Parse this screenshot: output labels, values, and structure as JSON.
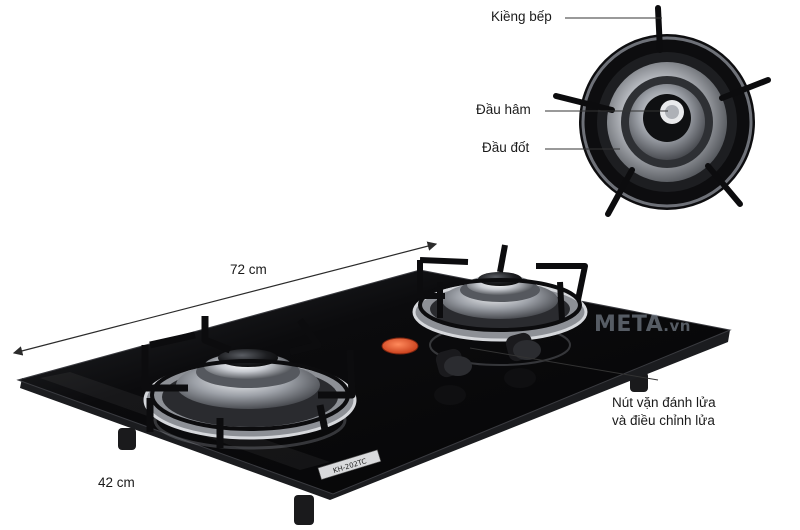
{
  "labels": {
    "grate": "Kiềng bếp",
    "simmer_cap": "Đầu hâm",
    "burner_head": "Đầu đốt",
    "knob_line1": "Nút vặn đánh lửa",
    "knob_line2": "và điều chỉnh lửa"
  },
  "dimensions": {
    "width": "72 cm",
    "depth": "42 cm"
  },
  "watermark": {
    "brand": "META",
    "suffix": ".vn"
  },
  "product_badge": "KH-202TC",
  "colors": {
    "glass": "#0a0a0c",
    "steel": "#b9bcc2",
    "ignition_button": "#e4572e",
    "leader_line": "#333333"
  }
}
